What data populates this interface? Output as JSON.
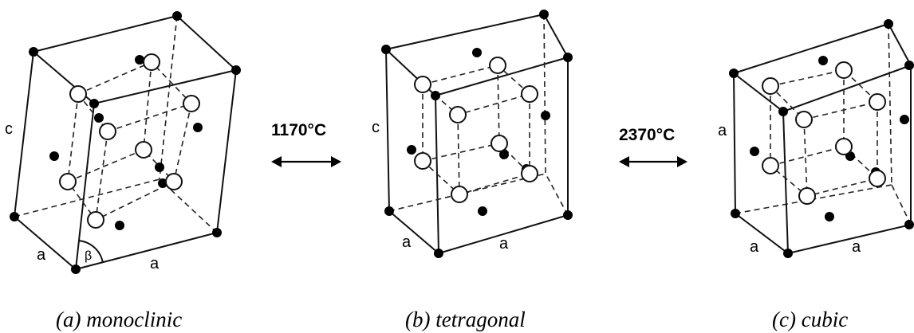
{
  "panels": [
    {
      "caption": "(a) monoclinic",
      "axis_labels": {
        "vertical": "c",
        "front_left": "a",
        "front_right": "a"
      },
      "angle_label": "β"
    },
    {
      "caption": "(b) tetragonal",
      "axis_labels": {
        "vertical": "c",
        "front_left": "a",
        "front_right": "a"
      }
    },
    {
      "caption": "(c) cubic",
      "axis_labels": {
        "vertical": "a",
        "front_left": "a",
        "front_right": "a"
      }
    }
  ],
  "transitions": [
    {
      "temperature": "1170°C",
      "direction": "reversible"
    },
    {
      "temperature": "2370°C",
      "direction": "reversible"
    }
  ],
  "legend_colors": {
    "filled_atom": "#000000",
    "open_atom": "#ffffff"
  }
}
